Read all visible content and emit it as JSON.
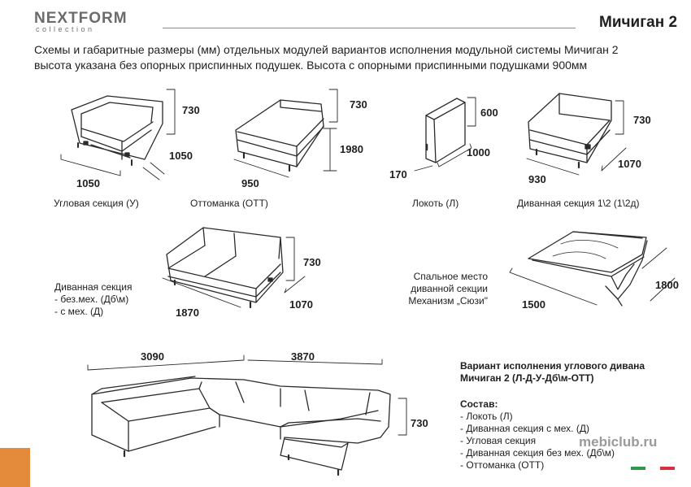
{
  "header": {
    "logo_main": "NEXTFORM",
    "logo_sub": "collection",
    "title": "Мичиган 2"
  },
  "intro": {
    "line1": "Схемы и габаритные размеры (мм) отдельных модулей вариантов исполнения модульной системы Мичиган 2",
    "line2": "высота указана без опорных приспинных подушек. Высота с опорными приспинными подушками 900мм"
  },
  "modules": [
    {
      "caption": "Угловая   секция  (У)",
      "dims": [
        "730",
        "1050",
        "1050"
      ]
    },
    {
      "caption": "Оттоманка  (ОТТ)",
      "dims": [
        "730",
        "1980",
        "950"
      ]
    },
    {
      "caption": "Локоть (Л)",
      "dims": [
        "600",
        "1000",
        "170"
      ]
    },
    {
      "caption": "Диванная секция  1\\2  (1\\2д)",
      "dims": [
        "730",
        "1070",
        "930"
      ]
    }
  ],
  "sofa_section": {
    "lines": [
      "Диванная секция",
      "- без.мех.  (Дб\\м)",
      "- с мех.  (Д)"
    ],
    "dims": [
      "730",
      "1070",
      "1870"
    ]
  },
  "sleeping": {
    "lines": [
      "Спальное место",
      "диванной секции",
      "Механизм „Сюзи\""
    ],
    "dims": [
      "1500",
      "1800"
    ]
  },
  "corner_sofa": {
    "dims": [
      "3090",
      "3870",
      "730"
    ]
  },
  "variant": {
    "title1": "Вариант исполнения углового дивана",
    "title2": "Мичиган 2 (Л-Д-У-Дб\\м-ОТТ)",
    "composition_label": "Состав:",
    "items": [
      "- Локоть (Л)",
      "- Диванная секция с мех.  (Д)",
      "- Угловая секция",
      "- Диванная секция без мех.  (Дб\\м)",
      "- Оттоманка (ОТТ)"
    ]
  },
  "watermark": "mebiclub.ru",
  "colors": {
    "accent": "#e48a3b",
    "flag_green": "#2e9a48",
    "flag_red": "#d8303a"
  }
}
